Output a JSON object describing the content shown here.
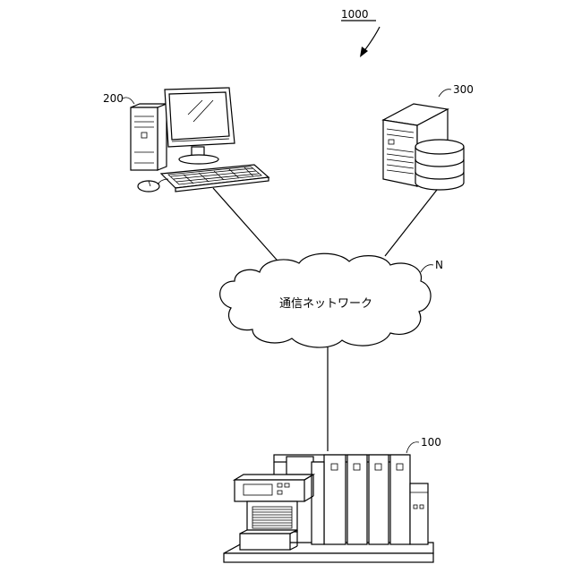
{
  "labels": {
    "system": "1000",
    "terminal": "200",
    "server": "300",
    "network_ref": "N",
    "network_name": "通信ネットワーク",
    "device": "100"
  },
  "icons": {
    "system_arrow": "arrow-down-left-icon",
    "terminal": "desktop-computer-icon",
    "server": "server-with-database-icon",
    "network": "cloud-icon",
    "device": "industrial-machine-icon"
  },
  "colors": {
    "stroke": "#000000",
    "background": "#ffffff"
  }
}
